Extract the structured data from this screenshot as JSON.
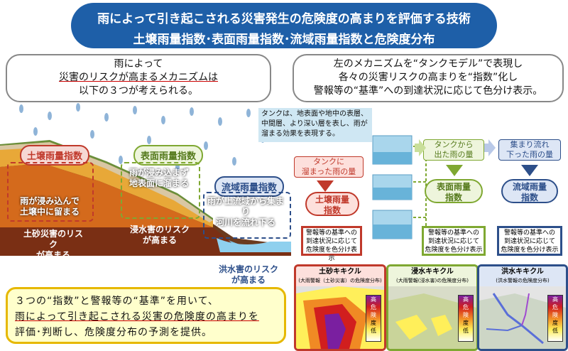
{
  "title": {
    "line1": "雨によって引き起こされる災害発生の危険度の高まりを評価する技術",
    "line2": "土壌雨量指数･表面雨量指数･流域雨量指数と危険度分布"
  },
  "left_callout": {
    "line1": "雨によって",
    "line2": "災害のリスクが高まるメカニズムは",
    "line3": "以下の３つが考えられる。"
  },
  "right_callout": {
    "line1": "左のメカニズムを“タンクモデル”で表現し",
    "line2": "各々の災害リスクの高まりを“指数”化し",
    "line3": "警報等の“基準”への到達状況に応じて色分け表示。"
  },
  "illustration": {
    "soil_label": "土壌雨量指数",
    "soil_desc1": "雨が浸み込んで",
    "soil_desc2": "土壌中に留まる",
    "soil_risk1": "土砂災害のリスク",
    "soil_risk2": "が高まる",
    "surface_label": "表面雨量指数",
    "surface_desc1": "雨が浸み込まず",
    "surface_desc2": "地表面に溜まる",
    "surface_risk1": "浸水害のリスク",
    "surface_risk2": "が高まる",
    "basin_label": "流域雨量指数",
    "basin_desc1": "雨が上流域から集まり",
    "basin_desc2": "河川を流れ下る",
    "basin_risk1": "洪水害のリスク",
    "basin_risk2": "が高まる"
  },
  "tank": {
    "explain1": "タンクは、地表面や地中の表層、",
    "explain2": "中間層、より深い層を表し、雨が",
    "explain3": "溜まる効果を表現する。",
    "soil_note1": "タンクに",
    "soil_note2": "溜まった雨の量",
    "soil_index1": "土壌雨量",
    "soil_index2": "指数",
    "surface_note1": "タンクから",
    "surface_note2": "出た雨の量",
    "surface_index1": "表面雨量",
    "surface_index2": "指数",
    "basin_note1": "集まり流れ",
    "basin_note2": "下った雨の量",
    "basin_index1": "流域雨量",
    "basin_index2": "指数",
    "color_note1": "警報等の基準への",
    "color_note2": "到達状況に応じて",
    "color_note3": "危険度を色分け表示"
  },
  "maps": [
    {
      "title": "土砂キキクル",
      "subtitle": "(大雨警報（土砂災害）の危険度分布)",
      "border": "#c0392b",
      "head_bg": "#fde0dc"
    },
    {
      "title": "浸水キキクル",
      "subtitle": "(大雨警報(浸水害)の危険度分布)",
      "border": "#7fa832",
      "head_bg": "#eef5dc"
    },
    {
      "title": "洪水キキクル",
      "subtitle": "(洪水警報の危険度分布)",
      "border": "#2d4f8a",
      "head_bg": "#dde6f5"
    }
  ],
  "legend": {
    "high": "高",
    "low": "低",
    "mid1": "危",
    "mid2": "険",
    "mid3": "度"
  },
  "bottom": {
    "line1": "３つの“指数”と警報等の“基準”を用いて、",
    "line2": "雨によって引き起こされる災害の危険度の高まりを",
    "line3": "評価･判断し、危険度分布の予測を提供。"
  },
  "colors": {
    "title_bg": "#1e5fa8",
    "soil": "#c0392b",
    "surface": "#7fa832",
    "basin": "#2d4f8a"
  }
}
